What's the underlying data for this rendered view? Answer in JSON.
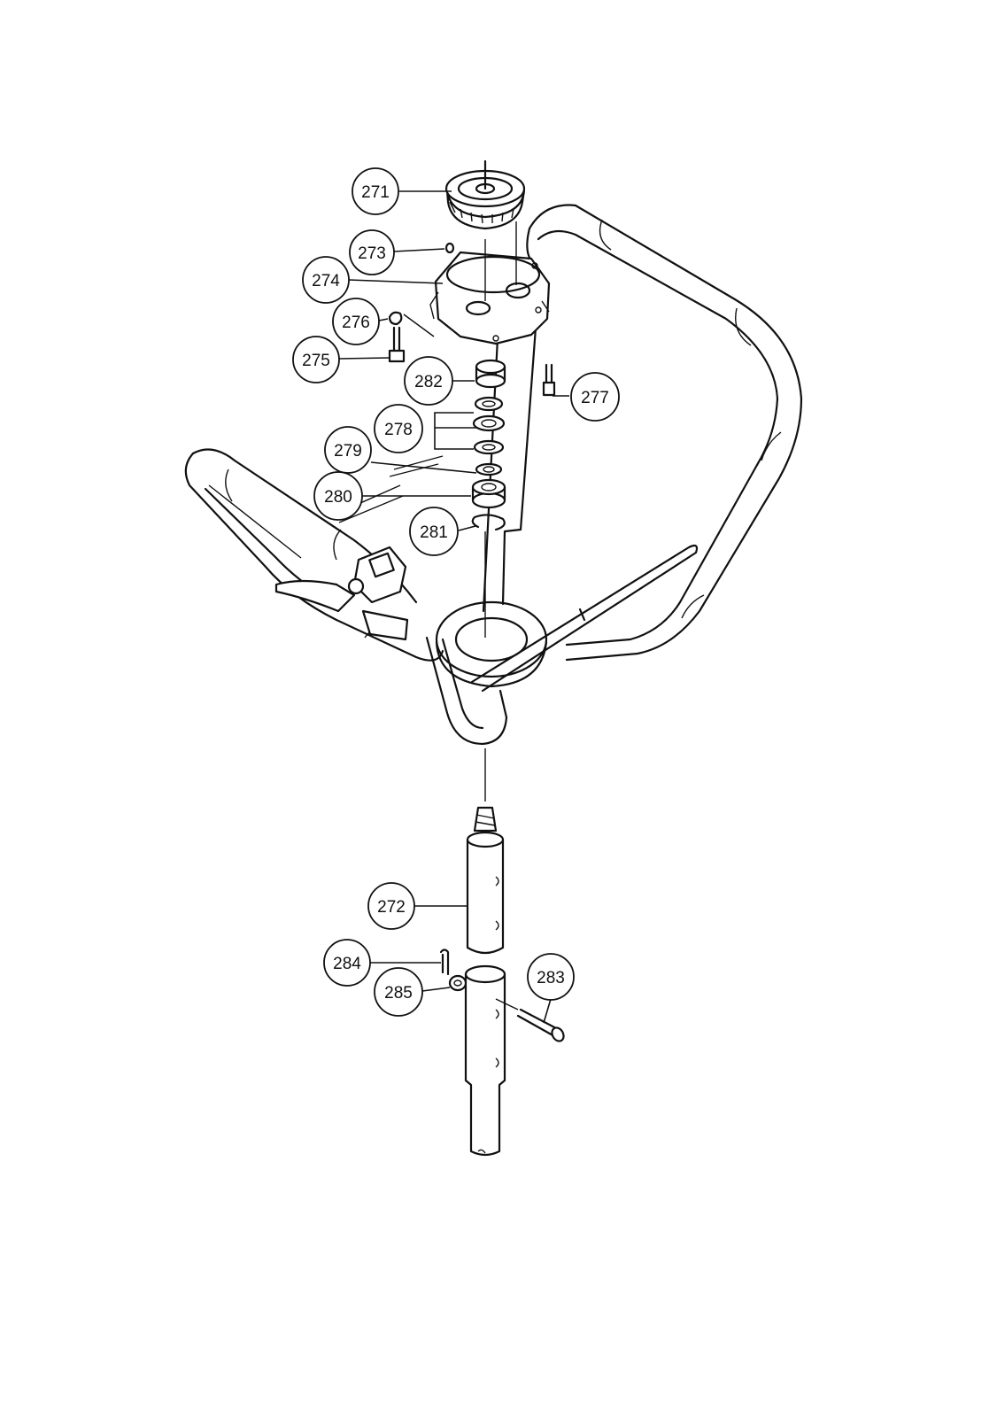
{
  "callouts": [
    {
      "label": "271"
    },
    {
      "label": "273"
    },
    {
      "label": "274"
    },
    {
      "label": "276"
    },
    {
      "label": "275"
    },
    {
      "label": "282"
    },
    {
      "label": "277"
    },
    {
      "label": "278"
    },
    {
      "label": "279"
    },
    {
      "label": "280"
    },
    {
      "label": "281"
    },
    {
      "label": "272"
    },
    {
      "label": "284"
    },
    {
      "label": "285"
    },
    {
      "label": "283"
    }
  ]
}
